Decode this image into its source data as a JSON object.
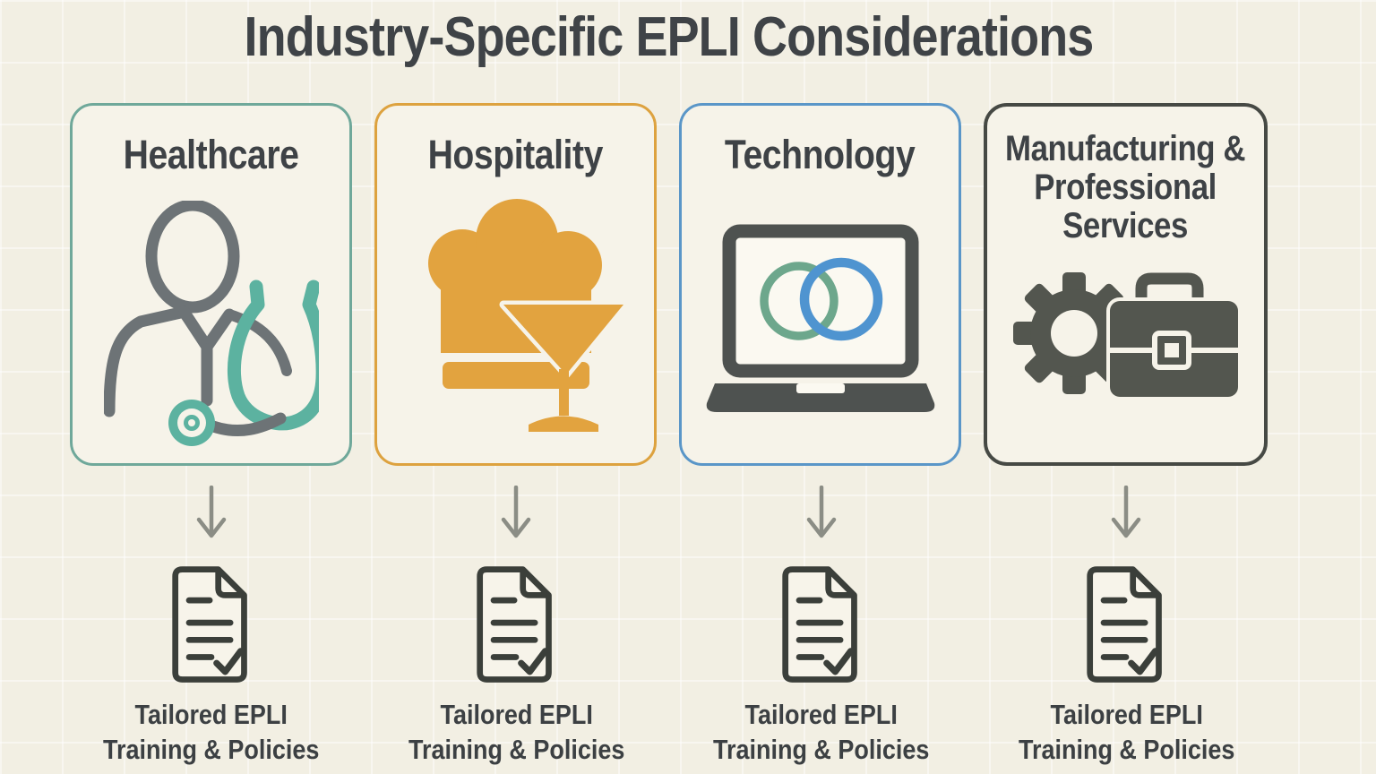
{
  "page": {
    "title": "Industry-Specific EPLI Considerations"
  },
  "cards": [
    {
      "label": "Healthcare",
      "icon": "doctor-stethoscope-icon",
      "border_color": "#6fa89a"
    },
    {
      "label": "Hospitality",
      "icon": "chef-hat-martini-icon",
      "border_color": "#dda23f"
    },
    {
      "label": "Technology",
      "icon": "laptop-venn-icon",
      "border_color": "#5a96c8"
    },
    {
      "label": "Manufacturing & Professional Services",
      "label_lines": [
        "Manufacturing &",
        "Professional",
        "Services"
      ],
      "icon": "gear-briefcase-icon",
      "border_color": "#464944"
    }
  ],
  "outcomes": [
    {
      "line1": "Tailored EPLI",
      "line2": "Training & Policies"
    },
    {
      "line1": "Tailored EPLI",
      "line2": "Training & Policies"
    },
    {
      "line1": "Tailored EPLI",
      "line2": "Training & Policies"
    },
    {
      "line1": "Tailored EPLI",
      "line2": "Training & Policies"
    }
  ],
  "colors": {
    "background": "#f2efe3",
    "grid_line": "#faf8ef",
    "card_fill": "#f6f3e9",
    "heading_text": "#3f4347",
    "healthcare_border": "#6fa89a",
    "hospitality_border": "#dda23f",
    "technology_border": "#5a96c8",
    "manufacturing_border": "#464944",
    "person_gray": "#6d7376",
    "stethoscope_teal": "#5cb2a0",
    "hospitality_orange": "#e2a33f",
    "laptop_gray": "#4e5250",
    "venn_circle_green": "#6da78c",
    "venn_circle_blue": "#4f94d0",
    "gear_briefcase_gray": "#53564f",
    "arrow_gray": "#8b8d85",
    "document_outline": "#3b3f3a"
  }
}
